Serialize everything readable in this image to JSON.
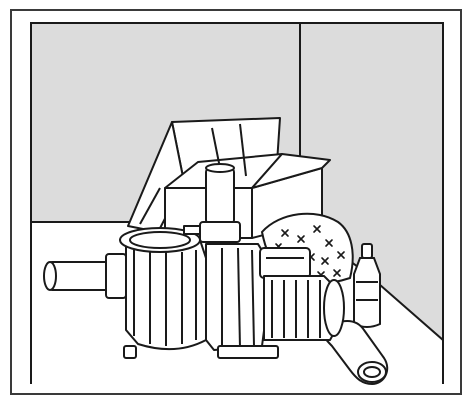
{
  "illustration": {
    "subject": "pool-pump-unboxed-with-accessories",
    "style": "black-and-white line art",
    "colors": {
      "wall": "#dcdcdc",
      "floor": "#ffffff",
      "line": "#1a1a1a",
      "frame": "#3a3a3a"
    },
    "parts": [
      "cardboard-box",
      "pool-pump",
      "pre-filter-basket",
      "inlet-pipe",
      "motor",
      "instruction-leaflet",
      "lubricant-bottle",
      "hose-elbow"
    ]
  }
}
